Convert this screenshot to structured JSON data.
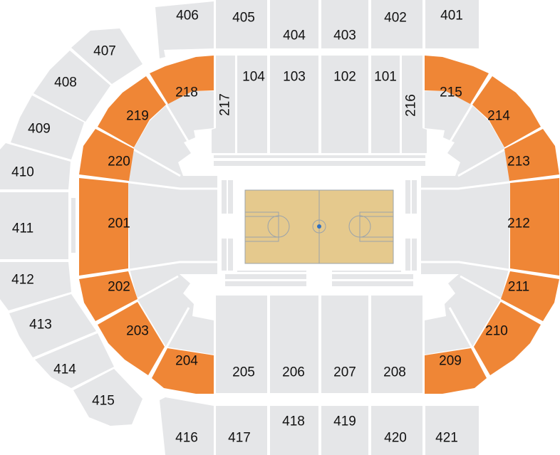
{
  "colors": {
    "highlighted": "#ef8636",
    "section": "#e5e6e8",
    "court": "#e5c98d",
    "court_lines": "#9aa3ab",
    "center_dot": "#2f6fc0"
  },
  "highlighted_sections": [
    "201",
    "202",
    "203",
    "204",
    "209",
    "210",
    "211",
    "212",
    "213",
    "214",
    "215",
    "218",
    "219",
    "220"
  ],
  "sec": {
    "401": {
      "label": "401"
    },
    "402": {
      "label": "402"
    },
    "403": {
      "label": "403"
    },
    "404": {
      "label": "404"
    },
    "405": {
      "label": "405"
    },
    "406": {
      "label": "406"
    },
    "407": {
      "label": "407"
    },
    "408": {
      "label": "408"
    },
    "409": {
      "label": "409"
    },
    "410": {
      "label": "410"
    },
    "411": {
      "label": "411"
    },
    "412": {
      "label": "412"
    },
    "413": {
      "label": "413"
    },
    "414": {
      "label": "414"
    },
    "415": {
      "label": "415"
    },
    "416": {
      "label": "416"
    },
    "417": {
      "label": "417"
    },
    "418": {
      "label": "418"
    },
    "419": {
      "label": "419"
    },
    "420": {
      "label": "420"
    },
    "421": {
      "label": "421"
    },
    "101": {
      "label": "101"
    },
    "102": {
      "label": "102"
    },
    "103": {
      "label": "103"
    },
    "104": {
      "label": "104"
    },
    "201": {
      "label": "201"
    },
    "202": {
      "label": "202"
    },
    "203": {
      "label": "203"
    },
    "204": {
      "label": "204"
    },
    "205": {
      "label": "205"
    },
    "206": {
      "label": "206"
    },
    "207": {
      "label": "207"
    },
    "208": {
      "label": "208"
    },
    "209": {
      "label": "209"
    },
    "210": {
      "label": "210"
    },
    "211": {
      "label": "211"
    },
    "212": {
      "label": "212"
    },
    "213": {
      "label": "213"
    },
    "214": {
      "label": "214"
    },
    "215": {
      "label": "215"
    },
    "216": {
      "label": "216"
    },
    "217": {
      "label": "217"
    },
    "218": {
      "label": "218"
    },
    "219": {
      "label": "219"
    },
    "220": {
      "label": "220"
    }
  }
}
